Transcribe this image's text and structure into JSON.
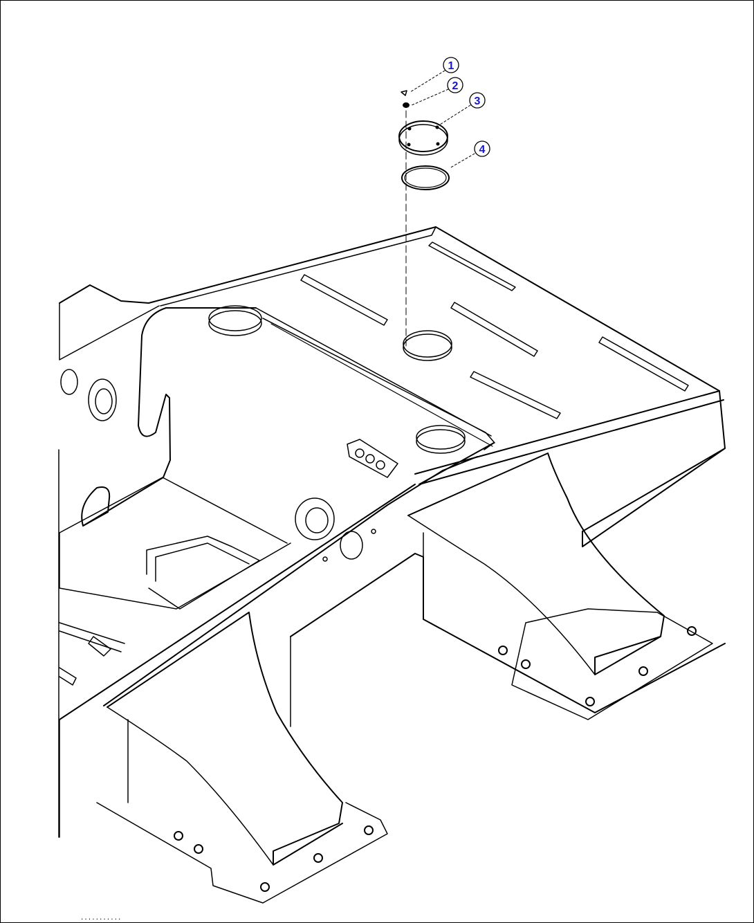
{
  "diagram": {
    "callouts": [
      {
        "id": 1,
        "label": "1"
      },
      {
        "id": 2,
        "label": "2"
      },
      {
        "id": 3,
        "label": "3"
      },
      {
        "id": 4,
        "label": "4"
      }
    ],
    "callout_color": "#1515d0",
    "line_color": "#000000"
  },
  "footer": {
    "code": "   ..........."
  }
}
